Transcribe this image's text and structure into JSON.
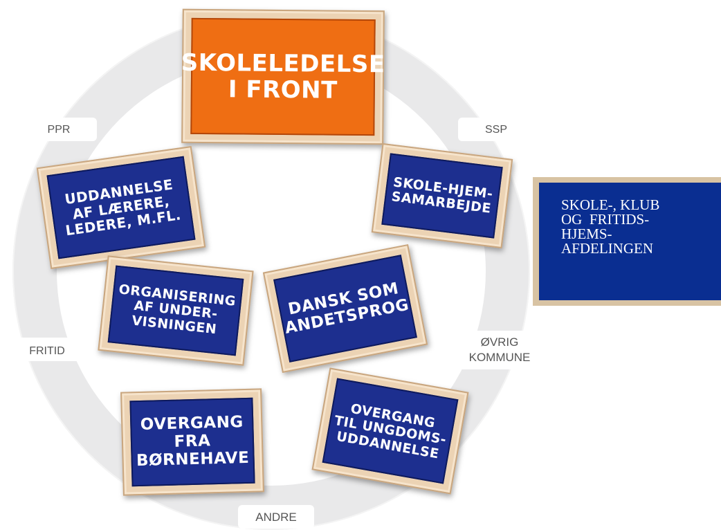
{
  "outer_labels": {
    "ppr": "PPR",
    "ssp": "SSP",
    "fritid": "FRITID",
    "ovrig_line1": "ØVRIG",
    "ovrig_line2": "KOMMUNE",
    "andre": "ANDRE"
  },
  "center_board": {
    "line1": "SKOLELEDELSE",
    "line2": "I FRONT"
  },
  "boards": {
    "uddannelse": [
      "UDDANNELSE",
      "AF LÆRERE,",
      "LEDERE, M.FL."
    ],
    "skole_hjem": [
      "SKOLE-HJEM-",
      "SAMARBEJDE"
    ],
    "organisering": [
      "ORGANISERING",
      "AF UNDER-",
      "VISNINGEN"
    ],
    "dansk": [
      "DANSK SOM",
      "ANDETSPROG"
    ],
    "overgang_bornehave": [
      "OVERGANG",
      "FRA",
      "BØRNEHAVE"
    ],
    "overgang_ungdom": [
      "OVERGANG",
      "TIL UNGDOMS-",
      "UDDANNELSE"
    ]
  },
  "info_box": [
    "SKOLE-, KLUB",
    "OG  FRITIDS-",
    "HJEMS-",
    "AFDELINGEN"
  ],
  "colors": {
    "board_blue": "#1d2f8f",
    "board_orange": "#ef6e13",
    "frame": "#ecd3b4",
    "info_blue": "#0a2e91"
  }
}
